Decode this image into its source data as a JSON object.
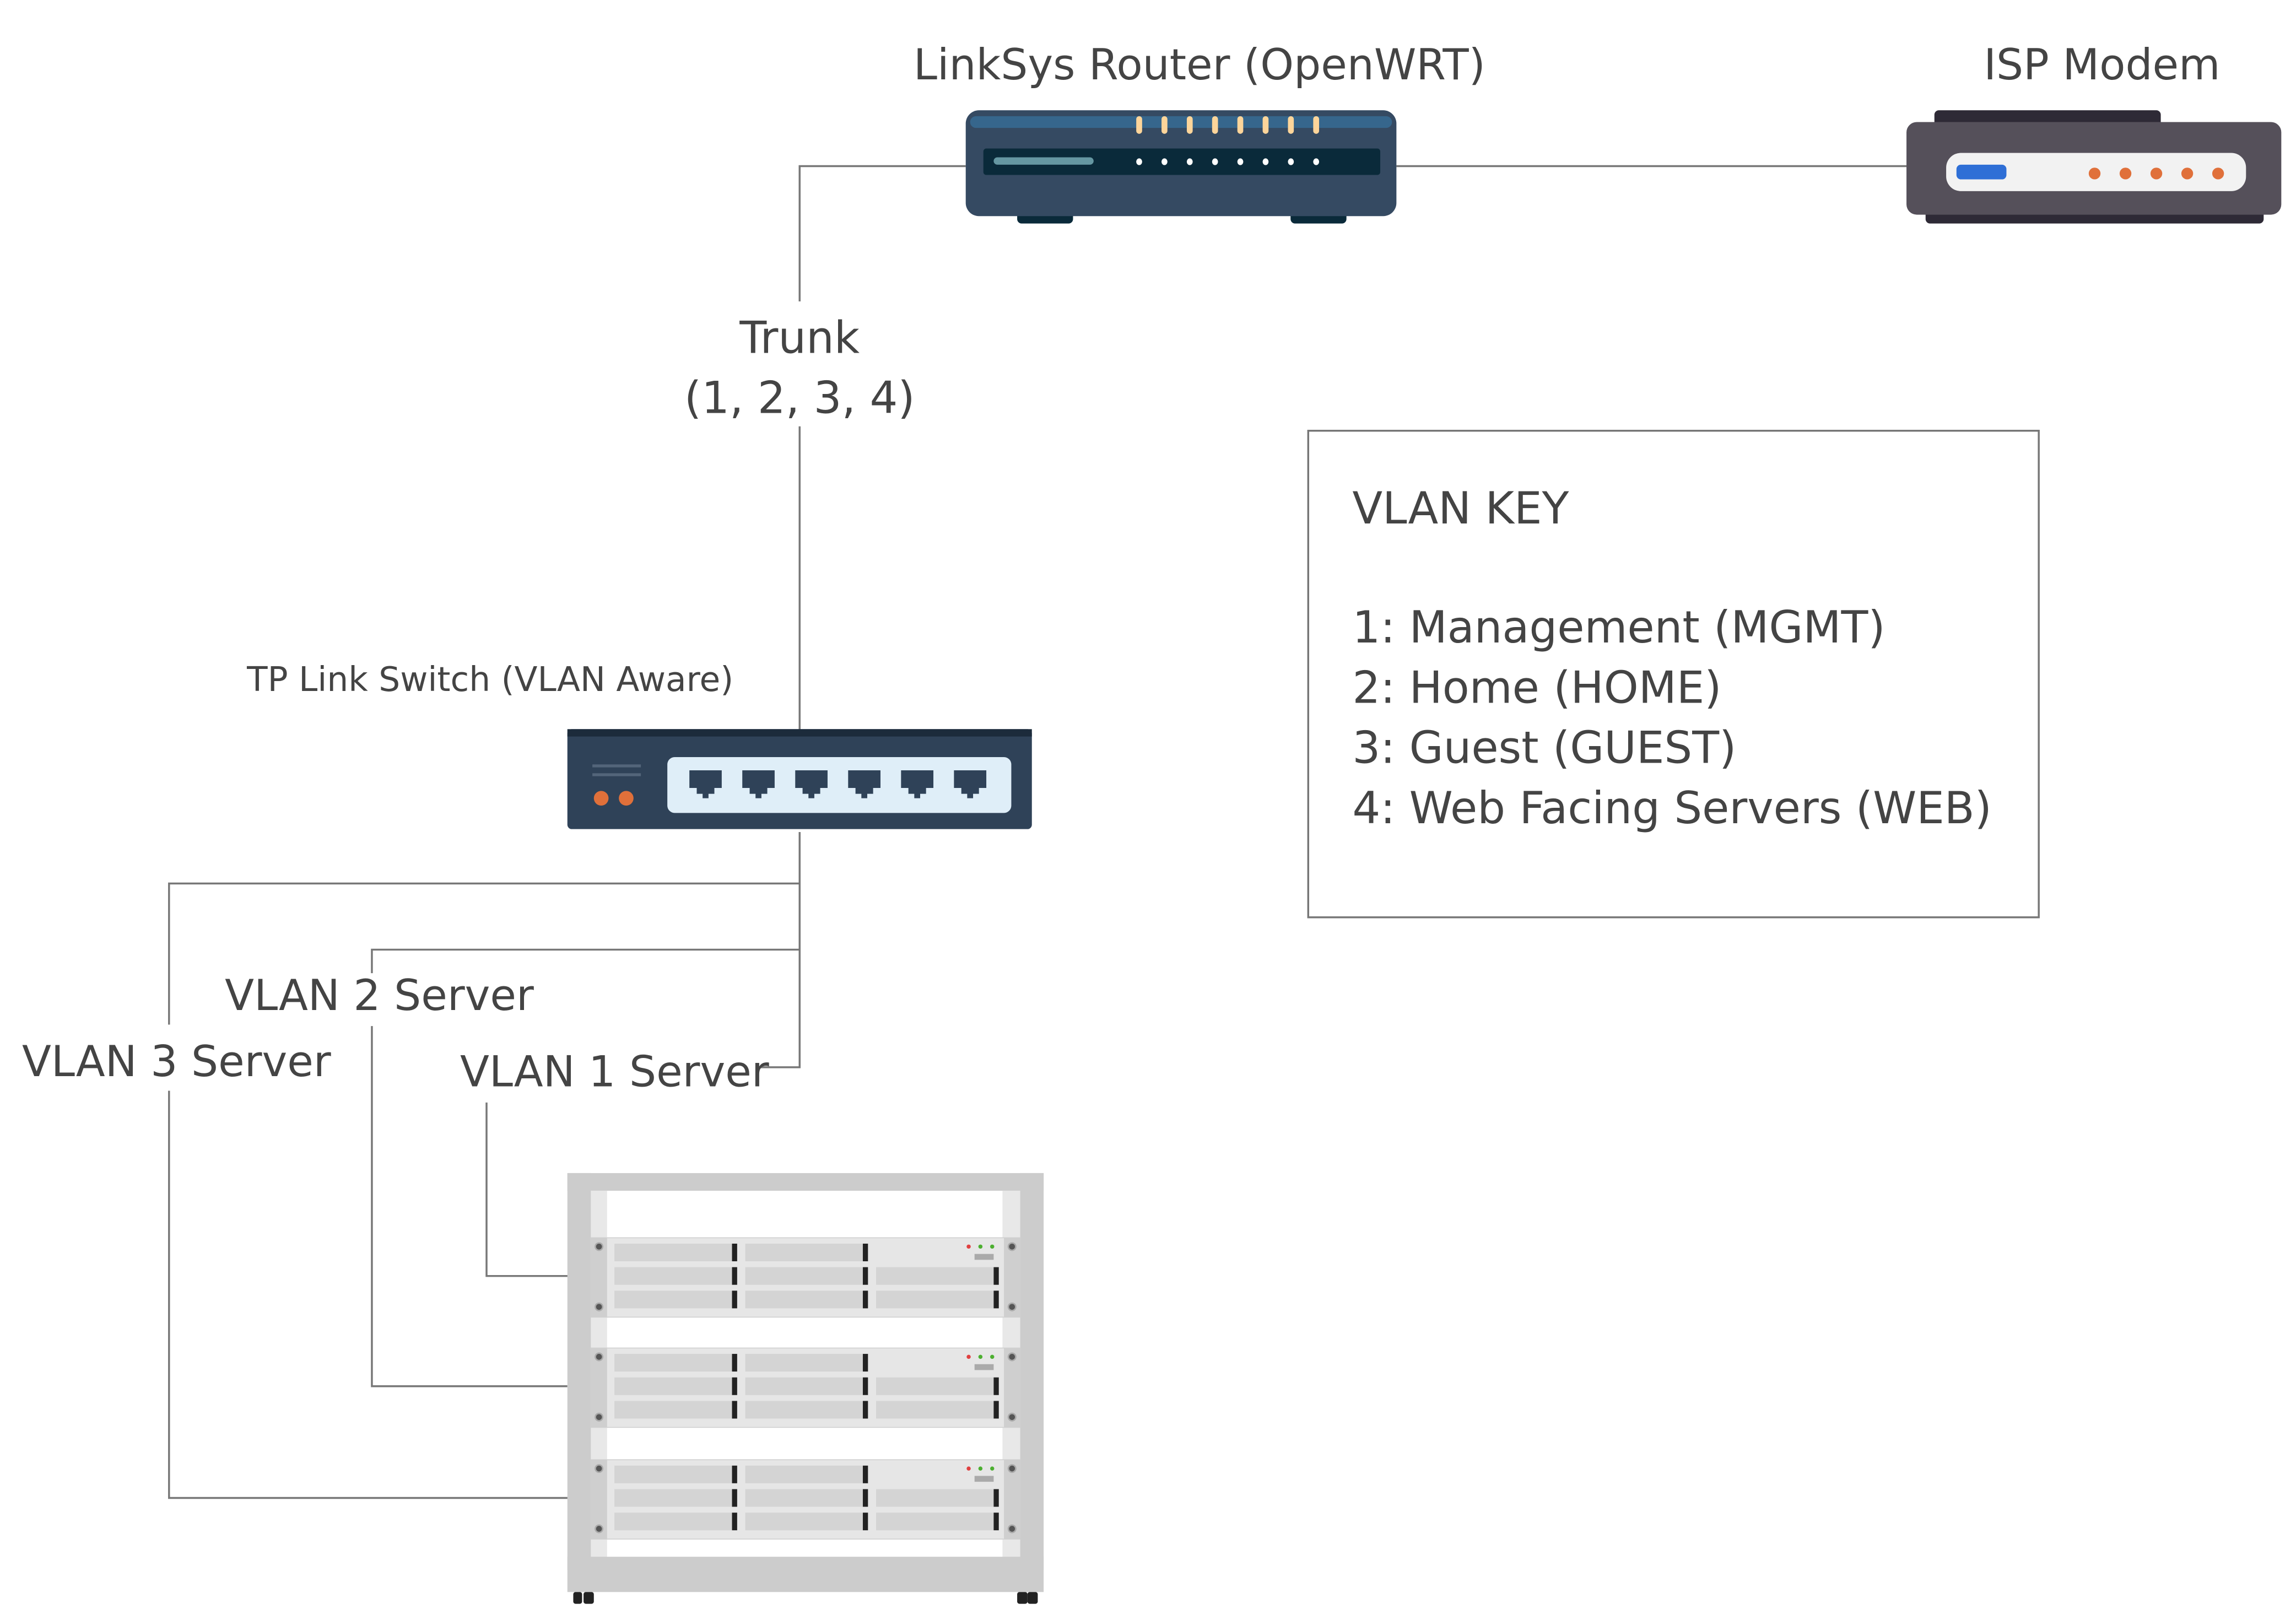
{
  "devices": {
    "router": {
      "label": "LinkSys Router (OpenWRT)",
      "icon": "router-icon"
    },
    "modem": {
      "label": "ISP Modem",
      "icon": "modem-icon"
    },
    "switch": {
      "label": "TP Link Switch (VLAN Aware)",
      "icon": "switch-icon"
    },
    "rack": {
      "icon": "server-rack-icon"
    }
  },
  "links": {
    "trunk": {
      "line1": "Trunk",
      "line2": "(1, 2, 3, 4)"
    },
    "vlan1": "VLAN 1 Server",
    "vlan2": "VLAN 2 Server",
    "vlan3": "VLAN 3 Server"
  },
  "key": {
    "title": "VLAN KEY",
    "items": [
      "1: Management (MGMT)",
      "2: Home (HOME)",
      "3: Guest (GUEST)",
      "4: Web Facing Servers (WEB)"
    ]
  },
  "colors": {
    "router_body": "#354a62",
    "router_panel": "#0a2a3a",
    "antenna": "#fdd59a",
    "modem_body": "#55505a",
    "modem_accent": "#2f6fd6",
    "modem_led": "#e0703a",
    "switch_body": "#2f4258",
    "switch_panel": "#dfeef8",
    "line": "#777777"
  }
}
